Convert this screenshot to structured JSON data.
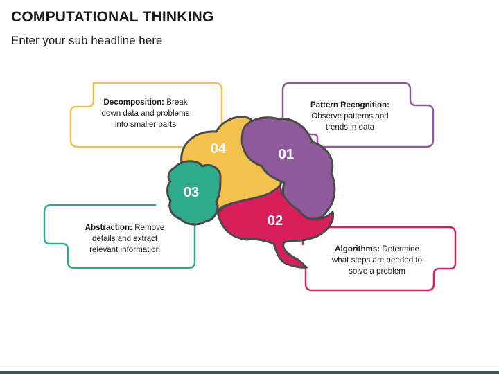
{
  "title": "COMPUTATIONAL THINKING",
  "subtitle": "Enter your sub headline here",
  "colors": {
    "yellow": "#F2C14E",
    "purple": "#8E5A9B",
    "green": "#2EAB8C",
    "red": "#D81E5B",
    "outline": "#4a4a4a"
  },
  "steps": [
    {
      "number": "01",
      "title": "Pattern Recognition:",
      "text_line1": "Observe patterns and",
      "text_line2": "trends in data",
      "text_line3": ""
    },
    {
      "number": "02",
      "title": "Algorithms:",
      "text_line1": "Determine",
      "text_line2": "what steps are needed to",
      "text_line3": "solve a problem"
    },
    {
      "number": "03",
      "title": "Abstraction:",
      "text_line1": "Remove",
      "text_line2": "details and extract",
      "text_line3": "relevant information"
    },
    {
      "number": "04",
      "title": "Decomposition:",
      "text_line1": "Break",
      "text_line2": "down data and problems",
      "text_line3": "into smaller parts"
    }
  ]
}
